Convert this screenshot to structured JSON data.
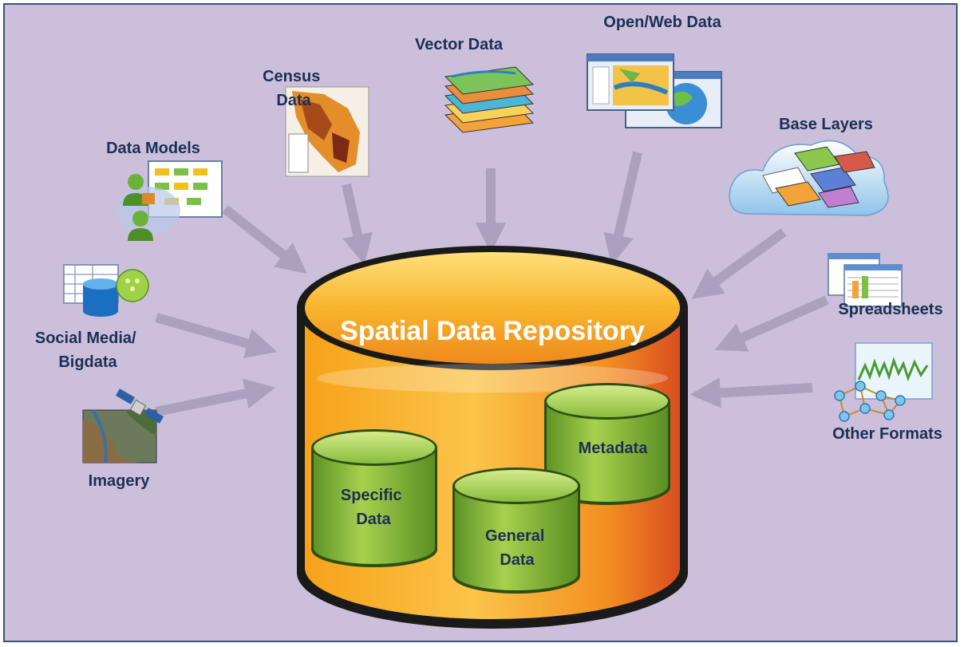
{
  "repository": {
    "title": "Spatial Data Repository",
    "inner": {
      "specific": [
        "Specific",
        "Data"
      ],
      "general": [
        "General",
        "Data"
      ],
      "metadata": [
        "Metadata"
      ]
    }
  },
  "sources": {
    "data_models": [
      "Data Models"
    ],
    "census": [
      "Census",
      "Data"
    ],
    "vector": [
      "Vector Data"
    ],
    "open_web": [
      "Open/Web Data"
    ],
    "base_layers": [
      "Base Layers"
    ],
    "social": [
      "Social Media/",
      "Bigdata"
    ],
    "imagery": [
      "Imagery"
    ],
    "spreadsheets": [
      "Spreadsheets"
    ],
    "other_formats": [
      "Other Formats"
    ]
  },
  "colors": {
    "background": "#cbbfdc",
    "border": "#3a5178",
    "label": "#1c2f55",
    "arrow": "#a69bb8",
    "repository": "#f7a21b",
    "inner_cylinder": "#7fb53a"
  }
}
